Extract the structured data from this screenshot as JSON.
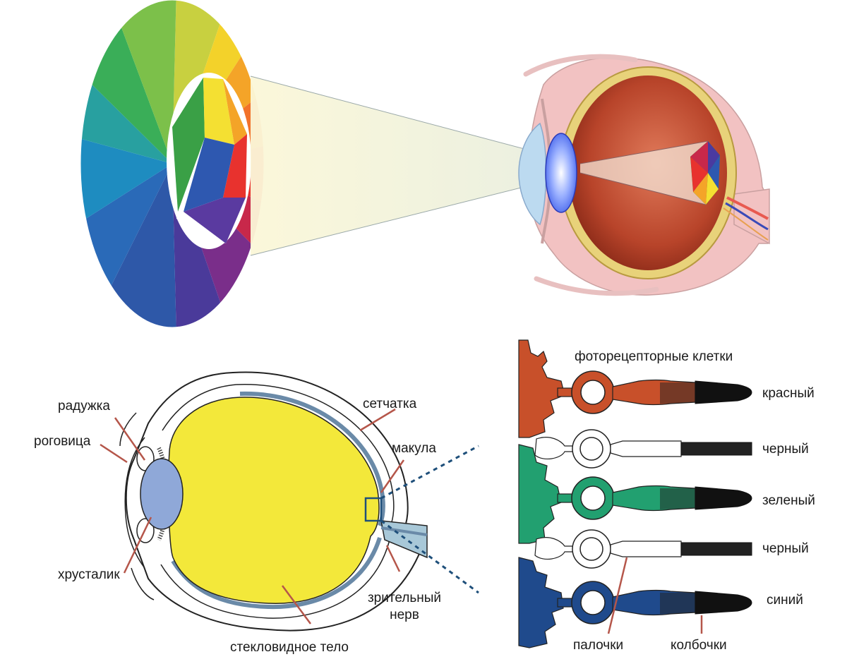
{
  "eye_labels": {
    "iris": "радужка",
    "cornea": "роговица",
    "lens": "хрусталик",
    "retina": "сетчатка",
    "macula": "макула",
    "optic_nerve_line1": "зрительный",
    "optic_nerve_line2": "нерв",
    "vitreous": "стекловидное тело"
  },
  "photoreceptors": {
    "title": "фоторецепторные клетки",
    "rows": [
      "красный",
      "черный",
      "зеленый",
      "черный",
      "синий"
    ],
    "rods": "палочки",
    "cones": "колбочки"
  },
  "colors": {
    "red_cell": "#c8502a",
    "green_cell": "#22a070",
    "blue_cell": "#1f4a8c",
    "vitreous": "#f3e83a",
    "lens": "#8fa8d8",
    "pointer": "#b5564a",
    "macula_box": "#1e4f7a"
  }
}
